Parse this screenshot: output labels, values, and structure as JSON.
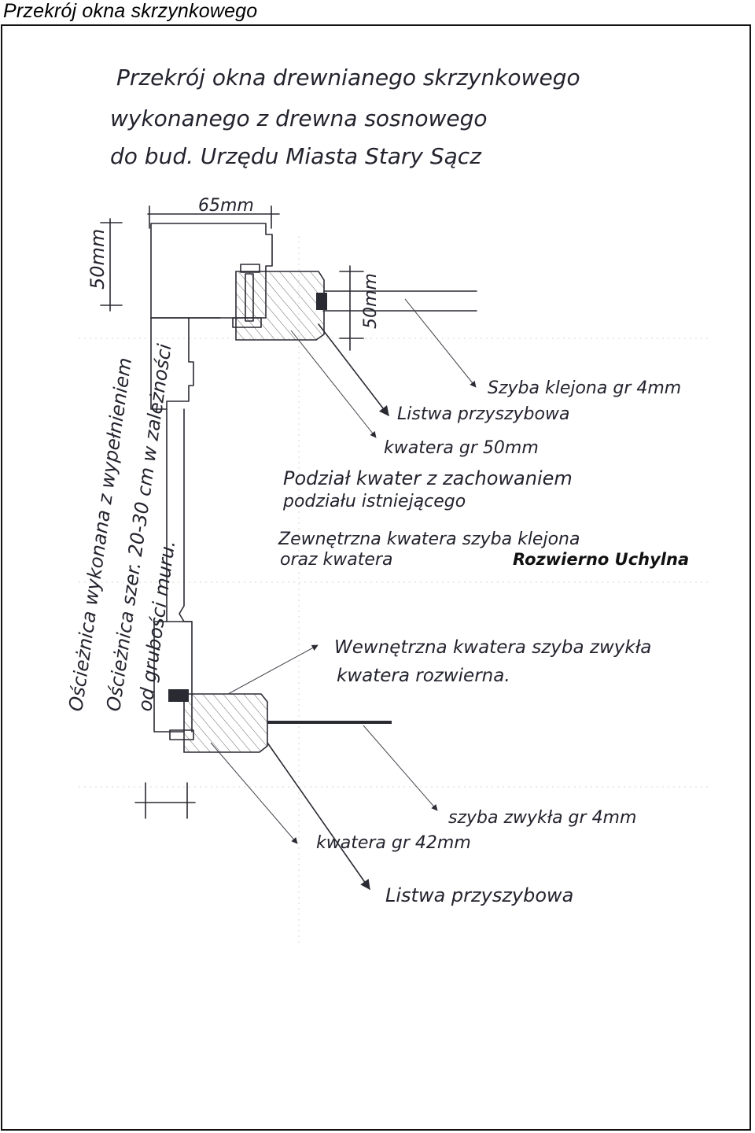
{
  "document": {
    "title": "Przekrój okna skrzynkowego"
  },
  "sketch": {
    "heading_lines": [
      "Przekrój okna drewnianego skrzynkowego",
      "wykonanego z drewna sosnowego",
      "do bud. Urzędu Miasta Stary Sącz"
    ],
    "dimensions": {
      "top_width": "65mm",
      "top_height": "50mm",
      "sash_thickness": "50mm"
    },
    "side_notes": [
      "Ościeżnica wykonana z wypełnieniem",
      "Ościeżnica szer. 20-30 cm w zależności",
      "od grubości muru."
    ],
    "labels": {
      "szyba_klejona": "Szyba klejona gr 4mm",
      "listwa_top": "Listwa przyszybowa",
      "kwatera_50": "kwatera gr 50mm",
      "podzial_1": "Podział kwater z zachowaniem",
      "podzial_2": "podziału istniejącego",
      "zewnetrzna_1": "Zewnętrzna kwatera szyba klejona",
      "zewnetrzna_2": "oraz kwatera",
      "rozwierno_uchylna": "Rozwierno Uchylna",
      "wewnetrzna_1": "Wewnętrzna kwatera szyba zwykła",
      "wewnetrzna_2": "kwatera rozwierna.",
      "szyba_zwykla": "szyba zwykła gr 4mm",
      "kwatera_42": "kwatera gr 42mm",
      "listwa_bottom": "Listwa przyszybowa"
    }
  }
}
